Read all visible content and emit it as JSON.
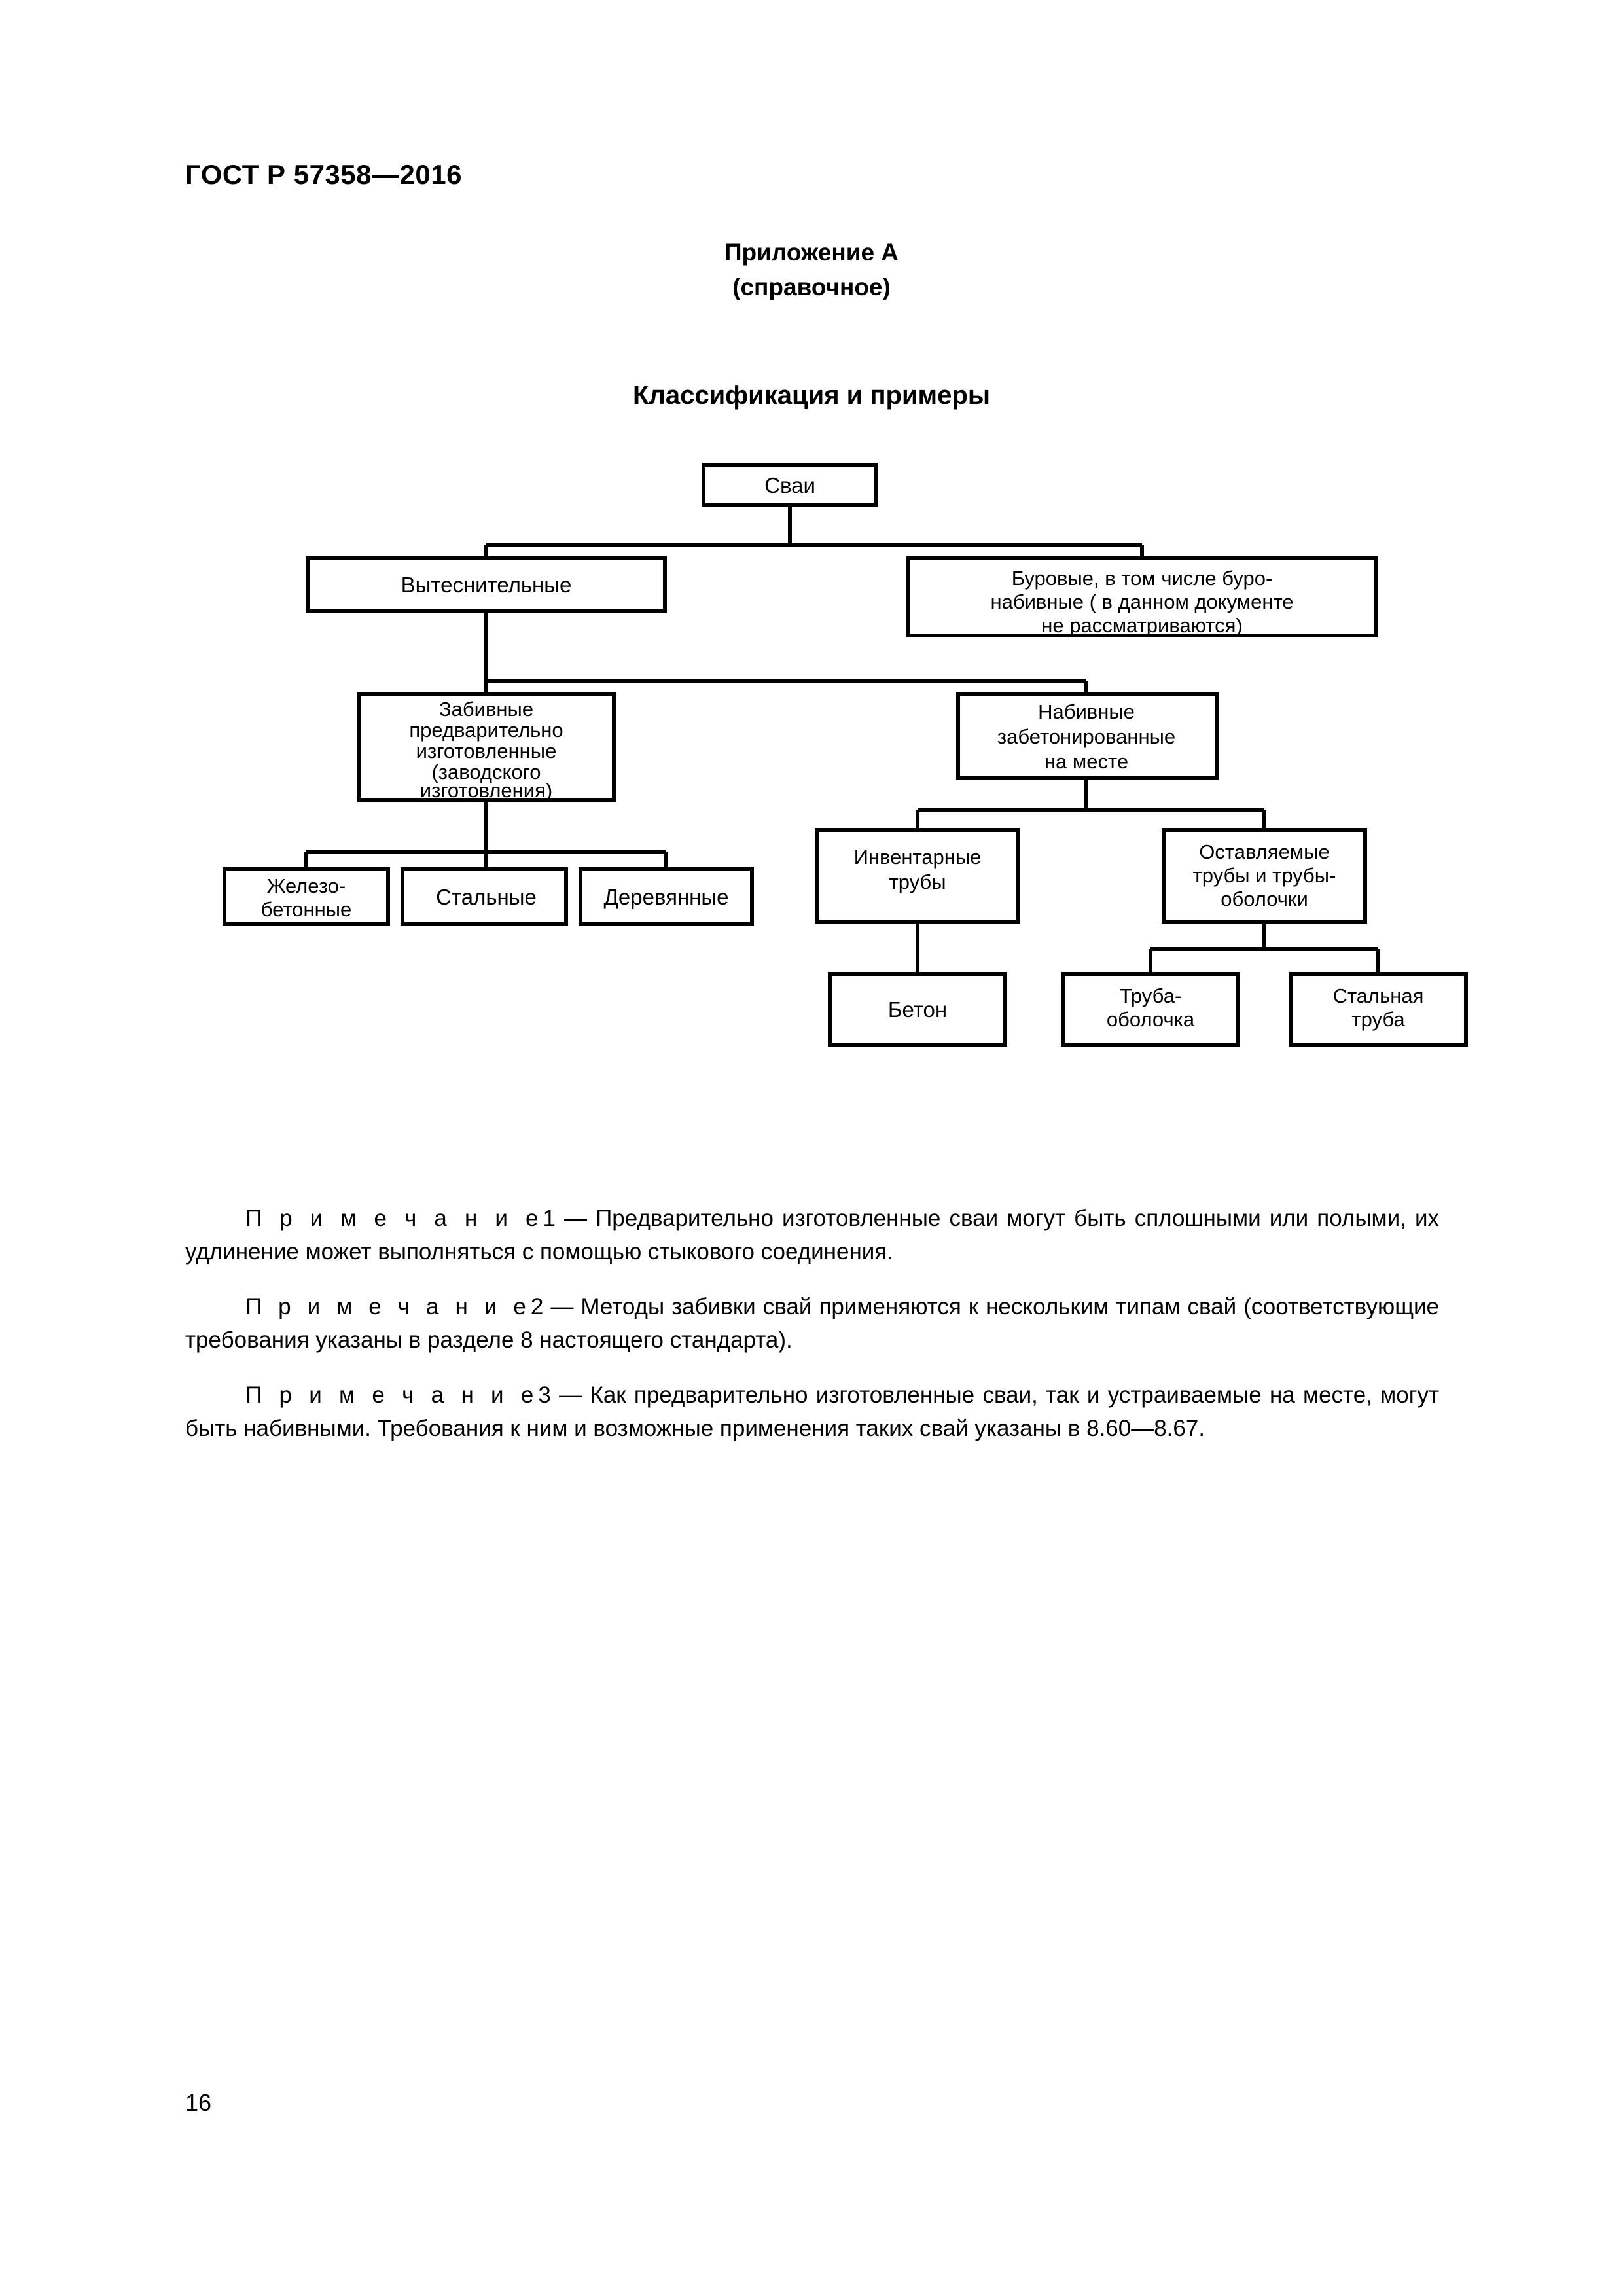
{
  "header": {
    "standard": "ГОСТ Р 57358—2016"
  },
  "appendix": {
    "label": "Приложение А",
    "kind": "(справочное)"
  },
  "figure": {
    "title": "Классификация и примеры",
    "nodes": {
      "root": {
        "lines": [
          "Сваи"
        ]
      },
      "displacement": {
        "lines": [
          "Вытеснительные"
        ]
      },
      "bored": {
        "lines": [
          "Буровые, в том числе буро-",
          "набивные ( в данном документе",
          "не рассматриваются)"
        ]
      },
      "driven": {
        "lines": [
          "Забивные",
          "предварительно",
          "изготовленные",
          "(заводского",
          "изготовления)"
        ]
      },
      "castinplace": {
        "lines": [
          "Набивные",
          "забетонированные",
          "на месте"
        ]
      },
      "reinforced": {
        "lines": [
          "Железо-",
          "бетонные"
        ]
      },
      "steel": {
        "lines": [
          "Стальные"
        ]
      },
      "wooden": {
        "lines": [
          "Деревянные"
        ]
      },
      "temp_tubes": {
        "lines": [
          "Инвентарные",
          "трубы"
        ]
      },
      "left_tubes": {
        "lines": [
          "Оставляемые",
          "трубы и трубы-",
          "оболочки"
        ]
      },
      "concrete": {
        "lines": [
          "Бетон"
        ]
      },
      "shell_tube": {
        "lines": [
          "Труба-",
          "оболочка"
        ]
      },
      "steel_tube": {
        "lines": [
          "Стальная",
          "труба"
        ]
      }
    }
  },
  "notes": [
    {
      "label": "П р и м е ч а н и е",
      "number": "1",
      "dash": " — ",
      "text": "Предварительно изготовленные сваи могут быть сплошными или полыми, их удлинение может выполняться с помощью стыкового соединения."
    },
    {
      "label": "П р и м е ч а н и е",
      "number": "2",
      "dash": " — ",
      "text": "Методы забивки свай применяются к нескольким типам свай (соответствующие требования указаны в разделе 8 настоящего стандарта)."
    },
    {
      "label": "П р и м е ч а н и е",
      "number": "3",
      "dash": " — ",
      "text": "Как предварительно изготовленные сваи, так и устраиваемые на месте, могут быть набивными. Требования к ним и возможные применения таких свай указаны в 8.60—8.67."
    }
  ],
  "footer": {
    "page_number": "16"
  }
}
